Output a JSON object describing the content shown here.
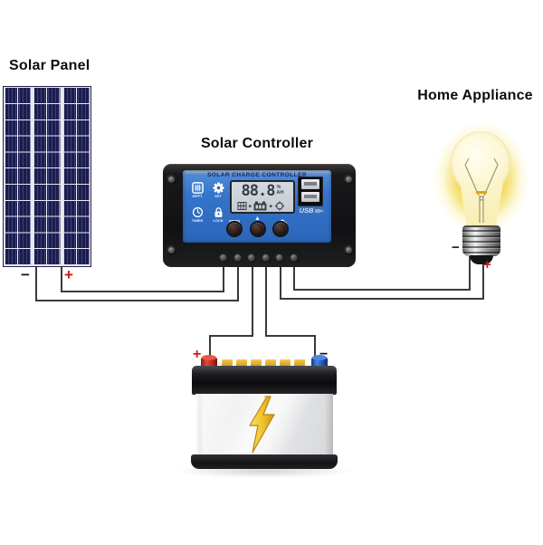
{
  "titles": {
    "solar_panel": "Solar Panel",
    "solar_controller": "Solar Controller",
    "home_appliance": "Home Appliance"
  },
  "solar_panel": {
    "minus": "−",
    "plus": "+"
  },
  "controller": {
    "header": "SOLAR CHARGE CONTROLLER",
    "lcd_value": "88.8",
    "lcd_unit_top": "%",
    "lcd_unit_bottom": "AH",
    "usb_label": "USB",
    "icons": [
      {
        "label": "MPPT"
      },
      {
        "label": "SET"
      },
      {
        "label": "TIMER"
      },
      {
        "label": "LOCK"
      }
    ]
  },
  "battery": {
    "plus": "+",
    "minus": "−"
  },
  "appliance": {
    "minus": "−",
    "plus": "+"
  },
  "colors": {
    "panel_cell_navy": "#1c1c4e",
    "controller_blue": "#2f72c8",
    "lcd_silver": "#ccd1d8",
    "case_black": "#141416",
    "wire_gray": "#3a3a3a",
    "plus_red": "#cc1616",
    "glow_yellow": "#f3dd66",
    "bolt_gold": "#f2c12e",
    "battery_terminal_red": "#d12b21",
    "battery_terminal_blue": "#1e5ec4",
    "vent_cap_yellow": "#e7b42a"
  }
}
